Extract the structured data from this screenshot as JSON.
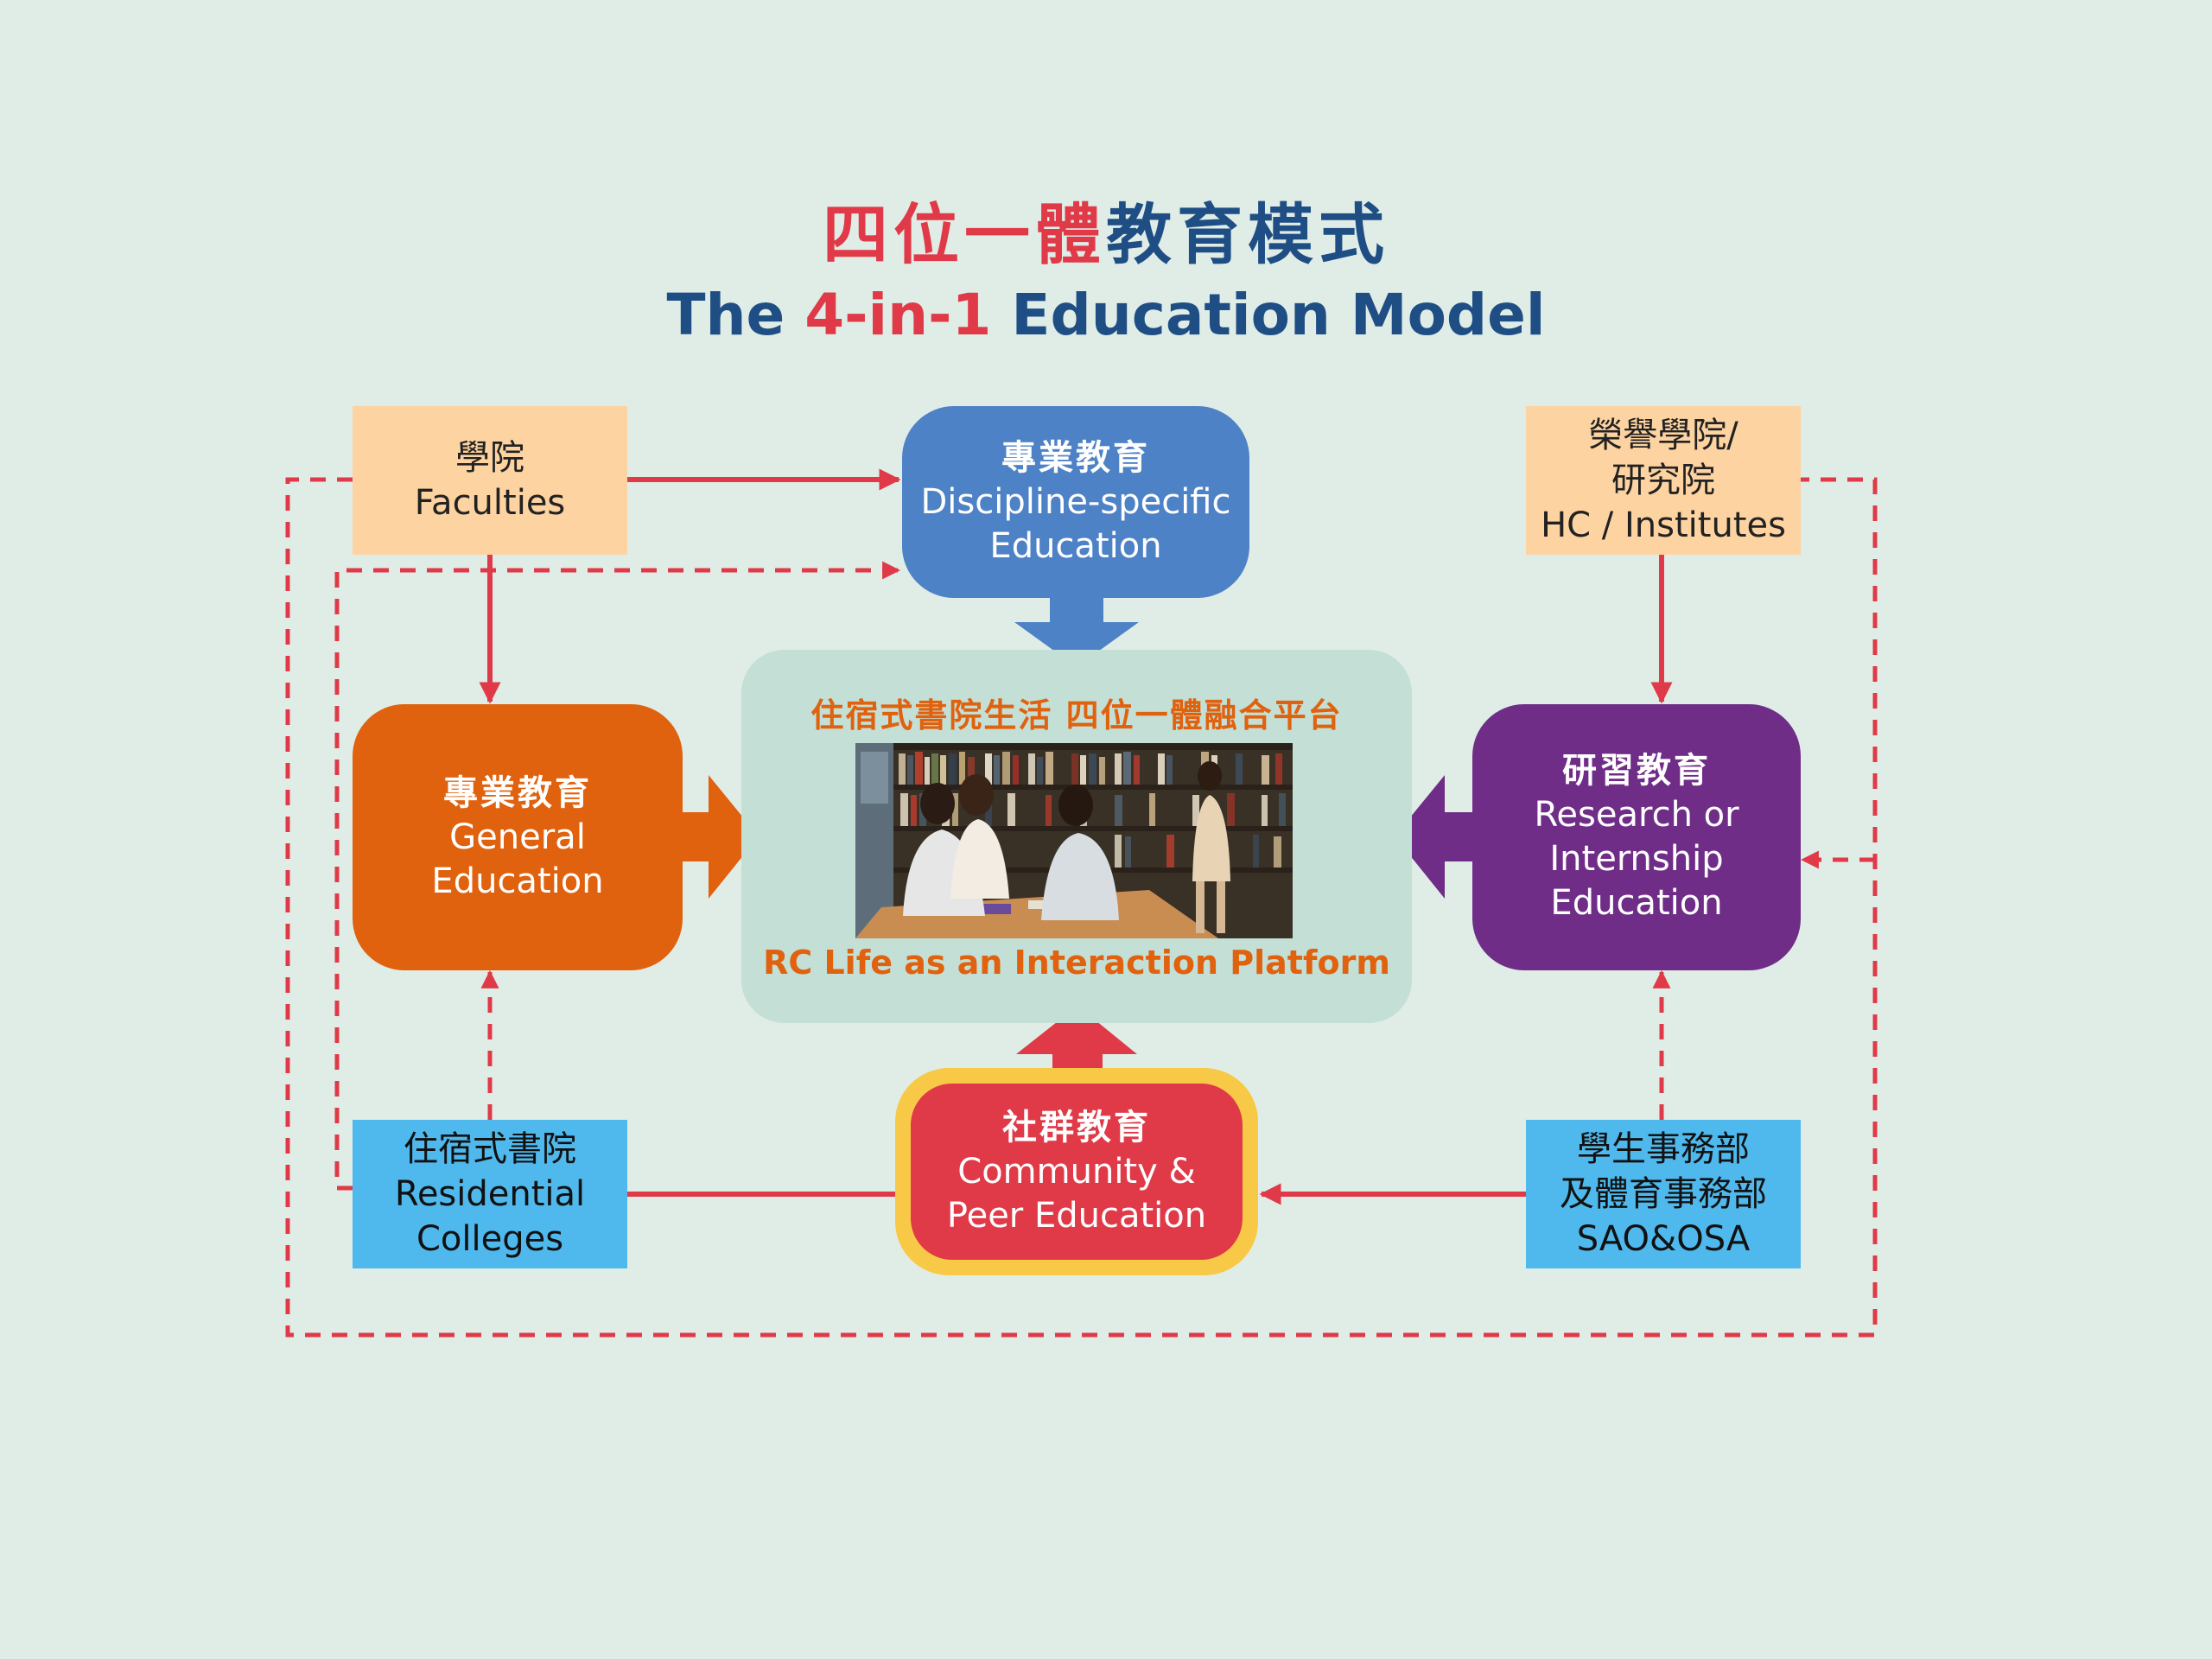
{
  "title": {
    "zh_red": "四位一體",
    "zh_navy": "教育模式",
    "en_prefix": "The ",
    "en_red": "4-in-1",
    "en_suffix": " Education Model"
  },
  "nodes": {
    "faculties": {
      "zh": "學院",
      "en": "Faculties"
    },
    "discipline": {
      "zh": "專業教育",
      "en1": "Discipline-specific",
      "en2": "Education"
    },
    "hc": {
      "zh1": "榮譽學院/",
      "zh2": "研究院",
      "en": "HC / Institutes"
    },
    "general": {
      "zh": "專業教育",
      "en1": "General",
      "en2": "Education"
    },
    "research": {
      "zh": "研習教育",
      "en1": "Research or",
      "en2": "Internship",
      "en3": "Education"
    },
    "residential": {
      "zh": "住宿式書院",
      "en1": "Residential",
      "en2": "Colleges"
    },
    "community": {
      "zh": "社群教育",
      "en1": "Community &",
      "en2": "Peer Education"
    },
    "sao": {
      "zh1": "學生事務部",
      "zh2": "及體育事務部",
      "en": "SAO&OSA"
    }
  },
  "platform": {
    "zh": "住宿式書院生活 四位一體融合平台",
    "en": "RC Life as an Interaction Platform"
  },
  "colors": {
    "red": "#e03a48",
    "navy": "#1f4e85",
    "blue": "#4e82c6",
    "orange": "#e0620e",
    "purple": "#6f2d87",
    "peach": "#fdd3a1",
    "sky": "#4fb8ec",
    "yellow": "#f8c947",
    "platform": "#c3dfd6",
    "background": "#e0ede7"
  }
}
